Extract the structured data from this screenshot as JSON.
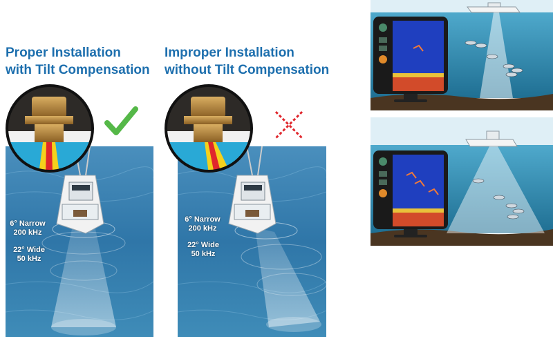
{
  "proper": {
    "title_line1": "Proper Installation",
    "title_line2": "with Tilt Compensation",
    "narrow_label": "6° Narrow",
    "narrow_freq": "200 kHz",
    "wide_label": "22° Wide",
    "wide_freq": "50 kHz",
    "status_icon": "green-check-icon"
  },
  "improper": {
    "title_line1": "Improper Installation",
    "title_line2": "without Tilt Compensation",
    "narrow_label": "6° Narrow",
    "narrow_freq": "200 kHz",
    "wide_label": "22° Wide",
    "wide_freq": "50 kHz",
    "status_icon": "red-x-icon"
  },
  "colors": {
    "heading": "#1d6fae",
    "water_light": "#4f93bf",
    "water_dark": "#0f4e7a",
    "check": "#55b848",
    "cross": "#e0262c",
    "bronze": "#b5883a"
  }
}
